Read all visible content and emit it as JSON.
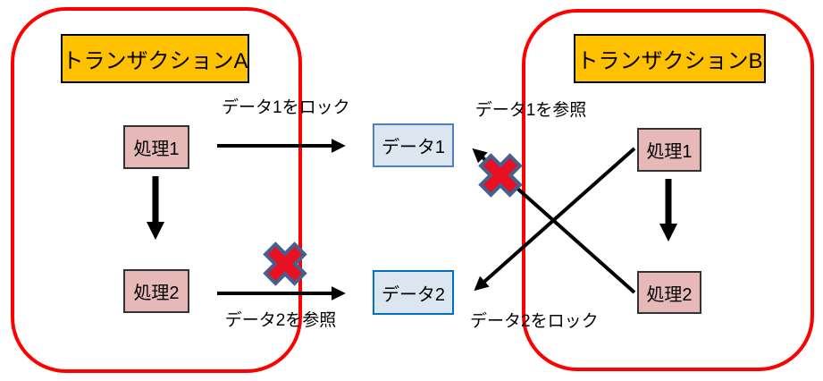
{
  "diagram": {
    "transaction_a": {
      "title": "トランザクションA",
      "process1": "処理1",
      "process2": "処理2"
    },
    "transaction_b": {
      "title": "トランザクションB",
      "process1": "処理1",
      "process2": "処理2"
    },
    "data_items": {
      "data1": "データ1",
      "data2": "データ2"
    },
    "arrow_labels": {
      "a_lock_data1": "データ1をロック",
      "a_ref_data2": "データ2を参照",
      "b_ref_data1": "データ1を参照",
      "b_lock_data2": "データ2をロック"
    },
    "colors": {
      "boundary_red": "#ff0000",
      "title_fill": "#ffc000",
      "process_fill": "#e6b9b8",
      "data_fill": "#dce6f1",
      "data1_border": "#4f81bd",
      "data2_border": "#0070c0",
      "arrow_black": "#000000",
      "x_mark_fill": "#e81123",
      "x_mark_outline": "#44608f"
    }
  }
}
